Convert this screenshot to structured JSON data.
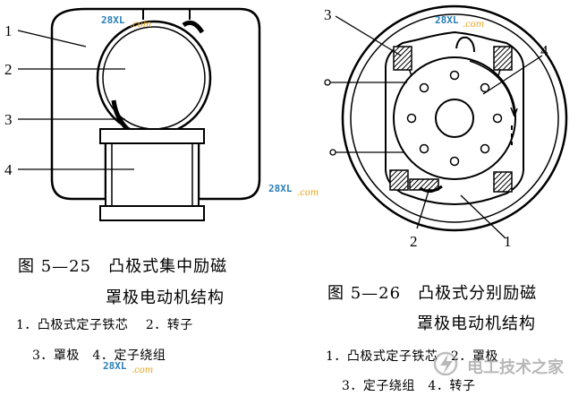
{
  "left_figure": {
    "labels": [
      "1",
      "2",
      "3",
      "4"
    ],
    "caption_line1": "图 5—25　凸极式集中励磁",
    "caption_line2": "罩极电动机结构",
    "legend_line1": "1．凸极式定子铁芯　 2．转子",
    "legend_line2": "3．罩极　4．定子绕组"
  },
  "right_figure": {
    "labels": [
      "3",
      "4",
      "2",
      "1"
    ],
    "caption_line1": "图 5—26　凸极式分别励磁",
    "caption_line2": "罩极电动机结构",
    "legend_line1": "1．凸极式定子铁芯　2．罩极",
    "legend_line2": "3．定子绕组　4．转子"
  },
  "watermark": {
    "site_text": "28XL",
    "site_suffix": ".com",
    "logo_text": "电工技术之家"
  },
  "colors": {
    "watermark_blue": "#2a7fb8",
    "watermark_orange": "#e6a21a",
    "ink": "#000000"
  }
}
